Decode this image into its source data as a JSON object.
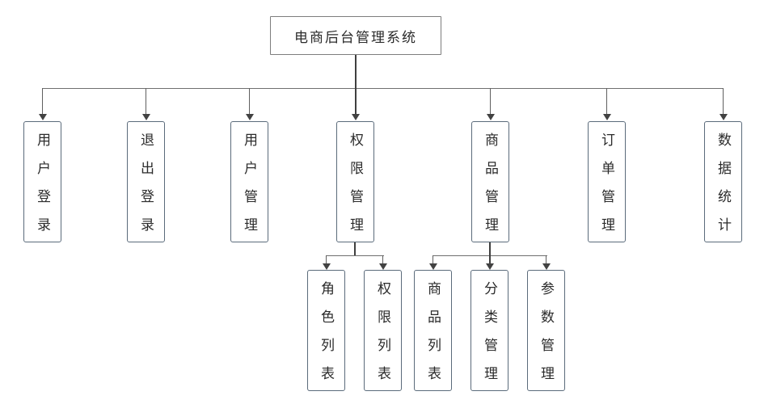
{
  "diagram": {
    "root": {
      "label": "电商后台管理系统"
    },
    "level1": [
      {
        "label": "用户登录"
      },
      {
        "label": "退出登录"
      },
      {
        "label": "用户管理"
      },
      {
        "label": "权限管理"
      },
      {
        "label": "商品管理"
      },
      {
        "label": "订单管理"
      },
      {
        "label": "数据统计"
      }
    ],
    "level2": {
      "permission_children": [
        {
          "label": "角色列表"
        },
        {
          "label": "权限列表"
        }
      ],
      "goods_children": [
        {
          "label": "商品列表"
        },
        {
          "label": "分类管理"
        },
        {
          "label": "参数管理"
        }
      ]
    },
    "colors": {
      "background": "#ffffff",
      "node_border": "#5b6b7b",
      "root_border": "#7d7d7d",
      "connector": "#5f5f5f",
      "connector_dark": "#3f3f3f",
      "arrow": "#424242",
      "text": "#2b2b2b"
    }
  }
}
